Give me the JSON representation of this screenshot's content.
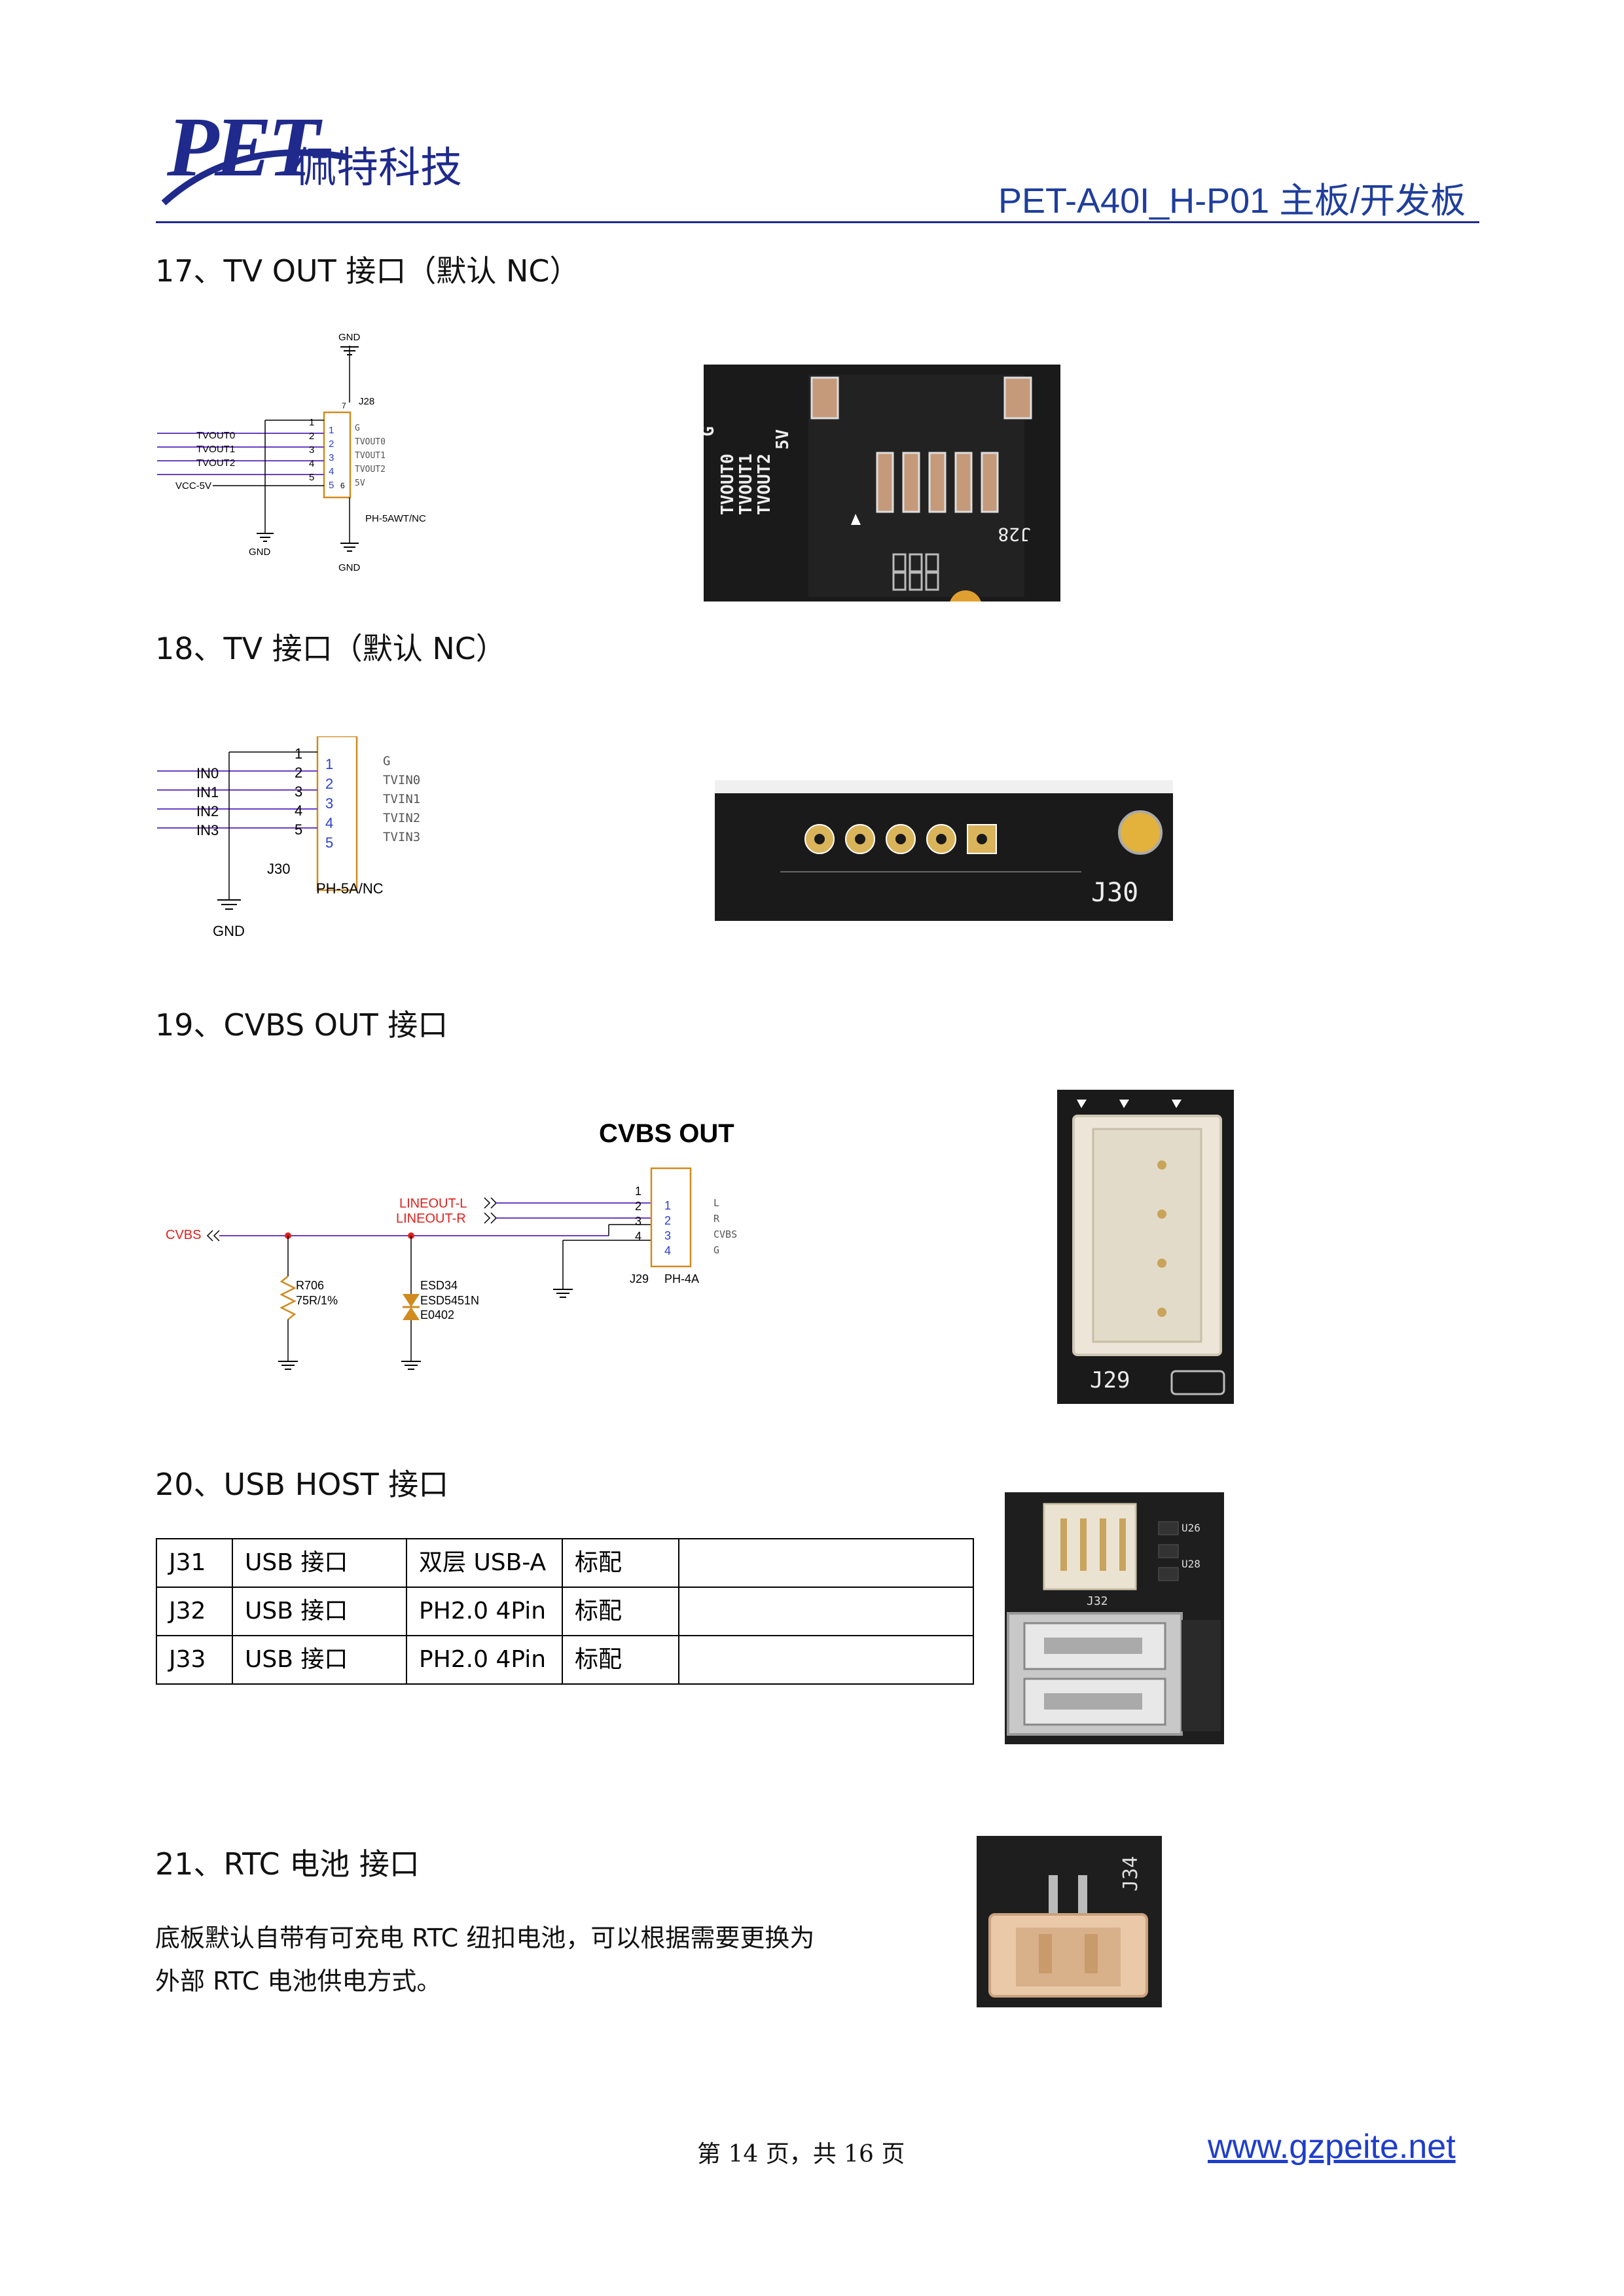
{
  "header": {
    "logo_text": "PET",
    "company_name": "佩特科技",
    "doc_title": "PET-A40I_H-P01 主板/开发板"
  },
  "sections": {
    "s17": {
      "title": "17、TV OUT 接口（默认 NC）",
      "schematic": {
        "gnd_top": "GND",
        "ref": "J28",
        "nets": [
          "TVOUT0",
          "TVOUT1",
          "TVOUT2",
          "VCC-5V"
        ],
        "pin_numbers": [
          "1",
          "2",
          "3",
          "4",
          "5"
        ],
        "inner_pins": [
          "1",
          "2",
          "3",
          "4",
          "5"
        ],
        "pin_names": [
          "G",
          "TVOUT0",
          "TVOUT1",
          "TVOUT2",
          "5V"
        ],
        "mount_pins": [
          "7",
          "6"
        ],
        "part": "PH-5AWT/NC",
        "gnd_left": "GND",
        "gnd_bottom": "GND"
      },
      "photo": {
        "silk_labels": [
          "G",
          "TVOUT0",
          "TVOUT1",
          "TVOUT2",
          "5V"
        ],
        "ref": "J28"
      }
    },
    "s18": {
      "title": "18、TV  接口（默认 NC）",
      "schematic": {
        "nets": [
          "IN0",
          "IN1",
          "IN2",
          "IN3"
        ],
        "pin_numbers": [
          "1",
          "2",
          "3",
          "4",
          "5"
        ],
        "inner_pins": [
          "1",
          "2",
          "3",
          "4",
          "5"
        ],
        "pin_names": [
          "G",
          "TVIN0",
          "TVIN1",
          "TVIN2",
          "TVIN3"
        ],
        "ref": "J30",
        "part": "PH-5A/NC",
        "gnd": "GND"
      },
      "photo": {
        "ref": "J30"
      }
    },
    "s19": {
      "title": "19、CVBS OUT 接口",
      "schematic": {
        "heading": "CVBS OUT",
        "net_cvbs": "CVBS",
        "lineout_l": "LINEOUT-L",
        "lineout_r": "LINEOUT-R",
        "pin_numbers": [
          "1",
          "2",
          "3",
          "4"
        ],
        "inner_pins": [
          "1",
          "2",
          "3",
          "4"
        ],
        "pin_names": [
          "L",
          "R",
          "CVBS",
          "G"
        ],
        "resistor_ref": "R706",
        "resistor_val": "75R/1%",
        "esd_ref": "ESD34",
        "esd_part": "ESD5451N",
        "esd_pkg": "E0402",
        "conn_ref": "J29",
        "conn_part": "PH-4A"
      },
      "photo": {
        "ref": "J29"
      }
    },
    "s20": {
      "title": "20、USB HOST 接口",
      "table": [
        [
          "J31",
          "USB 接口",
          "双层  USB-A",
          "标配",
          ""
        ],
        [
          "J32",
          "USB 接口",
          "PH2.0 4Pin",
          "标配",
          ""
        ],
        [
          "J33",
          "USB 接口",
          "PH2.0 4Pin",
          "标配",
          ""
        ]
      ],
      "photo": {
        "labels": [
          "U26",
          "U28",
          "J32"
        ]
      }
    },
    "s21": {
      "title": "21、RTC 电池  接口",
      "paragraph_line1": "底板默认自带有可充电 RTC 纽扣电池，可以根据需要更换为",
      "paragraph_line2": "外部 RTC 电池供电方式。",
      "photo": {
        "ref": "J34"
      }
    }
  },
  "footer": {
    "page_text": "第 14 页，共 16 页",
    "url": "www.gzpeite.net"
  },
  "colors": {
    "brand_blue": "#1f2a8c",
    "net_wire": "#6a3fc4",
    "part_outline": "#d08a1e",
    "net_red": "#e0201c"
  }
}
